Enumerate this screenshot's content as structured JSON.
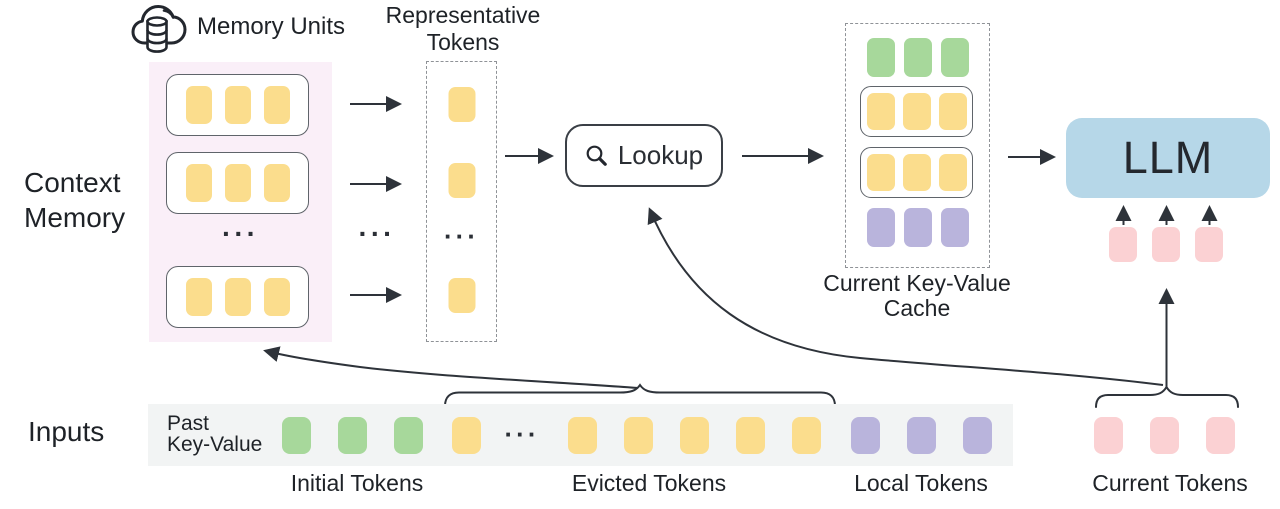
{
  "colors": {
    "yellow": "#fbdd8d",
    "green": "#a7d89b",
    "purple": "#b9b4dc",
    "pink": "#fbd1d3",
    "llm_blue": "#b6d7e8",
    "memory_panel_pink": "#faeff8",
    "strip_gray": "#f2f4f4",
    "ink": "#1e2227",
    "line": "#2e333a"
  },
  "labels": {
    "memory_units": "Memory Units",
    "representative_line1": "Representative",
    "representative_line2": "Tokens",
    "context_line1": "Context",
    "context_line2": "Memory",
    "lookup": "Lookup",
    "cache_line1": "Current Key-Value",
    "cache_line2": "Cache",
    "llm": "LLM",
    "inputs": "Inputs",
    "past_kv_line1": "Past",
    "past_kv_line2": "Key-Value",
    "initial_tokens": "Initial Tokens",
    "evicted_tokens": "Evicted Tokens",
    "local_tokens": "Local Tokens",
    "current_tokens": "Current Tokens",
    "ellipsis": "···"
  },
  "icons": {
    "memory_units_icon": "cloud-database-icon",
    "lookup_icon": "search-icon"
  },
  "tokens": {
    "memory_row": {
      "count": 3,
      "color": "yellow"
    },
    "representative_single": {
      "count": 1,
      "color": "yellow"
    },
    "cache_initial": {
      "count": 3,
      "color": "green"
    },
    "cache_unit": {
      "count": 3,
      "color": "yellow"
    },
    "cache_local": {
      "count": 3,
      "color": "purple"
    },
    "strip_initial": {
      "count": 3,
      "color": "green"
    },
    "strip_evicted_head": {
      "count": 1,
      "color": "yellow"
    },
    "strip_evicted_tail": {
      "count": 5,
      "color": "yellow"
    },
    "strip_local": {
      "count": 3,
      "color": "purple"
    },
    "strip_current": {
      "count": 3,
      "color": "pink"
    },
    "llm_inputs": {
      "count": 3,
      "color": "pink"
    }
  }
}
